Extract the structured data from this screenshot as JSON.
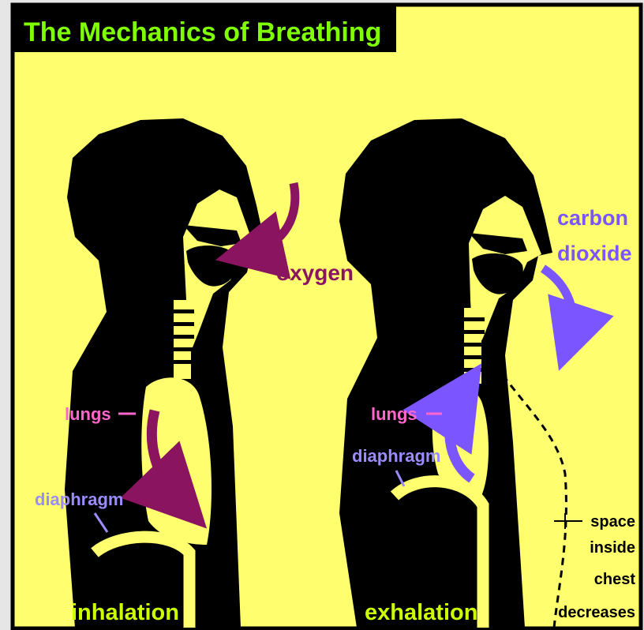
{
  "title": "The Mechanics of Breathing",
  "colors": {
    "background": "#fffe6e",
    "title_bar": "#000000",
    "title_text": "#80ff00",
    "silhouette": "#000000",
    "oxygen": "#8b1460",
    "carbon_dioxide": "#7b55ff",
    "lungs_label": "#ff66cc",
    "diaphragm_label": "#9a8cff",
    "caption": "#ccff00"
  },
  "left_panel": {
    "gas_label": "oxygen",
    "lungs_label": "lungs",
    "diaphragm_label": "diaphragm",
    "caption": "inhalation"
  },
  "right_panel": {
    "gas_label_line1": "carbon",
    "gas_label_line2": "dioxide",
    "lungs_label": "lungs",
    "diaphragm_label": "diaphragm",
    "caption": "exhalation",
    "space_note": [
      "space",
      "inside",
      "chest",
      "decreases"
    ]
  }
}
